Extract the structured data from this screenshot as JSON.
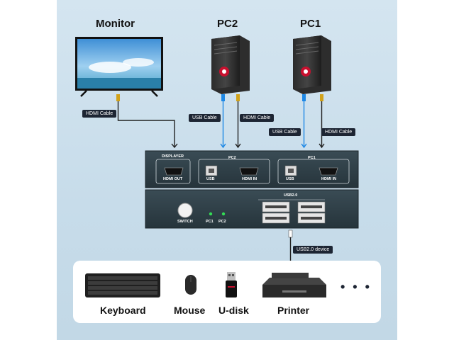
{
  "sources": {
    "monitor": "Monitor",
    "pc2": "PC2",
    "pc1": "PC1"
  },
  "cables": {
    "hdmi_monitor": "HDMI Cable",
    "usb_pc2": "USB Cable",
    "hdmi_pc2": "HDMI Cable",
    "usb_pc1": "USB Cable",
    "hdmi_pc1": "HDMI Cable",
    "usb_device": "USB2.0 device"
  },
  "switch_back": {
    "displayer": "DISPLAYER",
    "hdmi_out": "HDMI OUT",
    "pc2_group": "PC2",
    "pc2_usb": "USB",
    "pc2_hdmi_in": "HDMI IN",
    "pc1_group": "PC1",
    "pc1_usb": "USB",
    "pc1_hdmi_in": "HDMI IN"
  },
  "switch_front": {
    "usb_group": "USB2.0",
    "switch_label": "SWITCH",
    "led_pc1": "PC1",
    "led_pc2": "PC2"
  },
  "devices": [
    "Keyboard",
    "Mouse",
    "U-disk",
    "Printer"
  ],
  "more": "• • •",
  "colors": {
    "cable_usb": "#1e88e5",
    "cable_hdmi": "#222222",
    "panel": "#2e3e46",
    "led": "#33dd55"
  },
  "icons": [
    "tv-icon",
    "pc-tower-icon",
    "keyboard-icon",
    "mouse-icon",
    "usb-stick-icon",
    "printer-icon"
  ]
}
